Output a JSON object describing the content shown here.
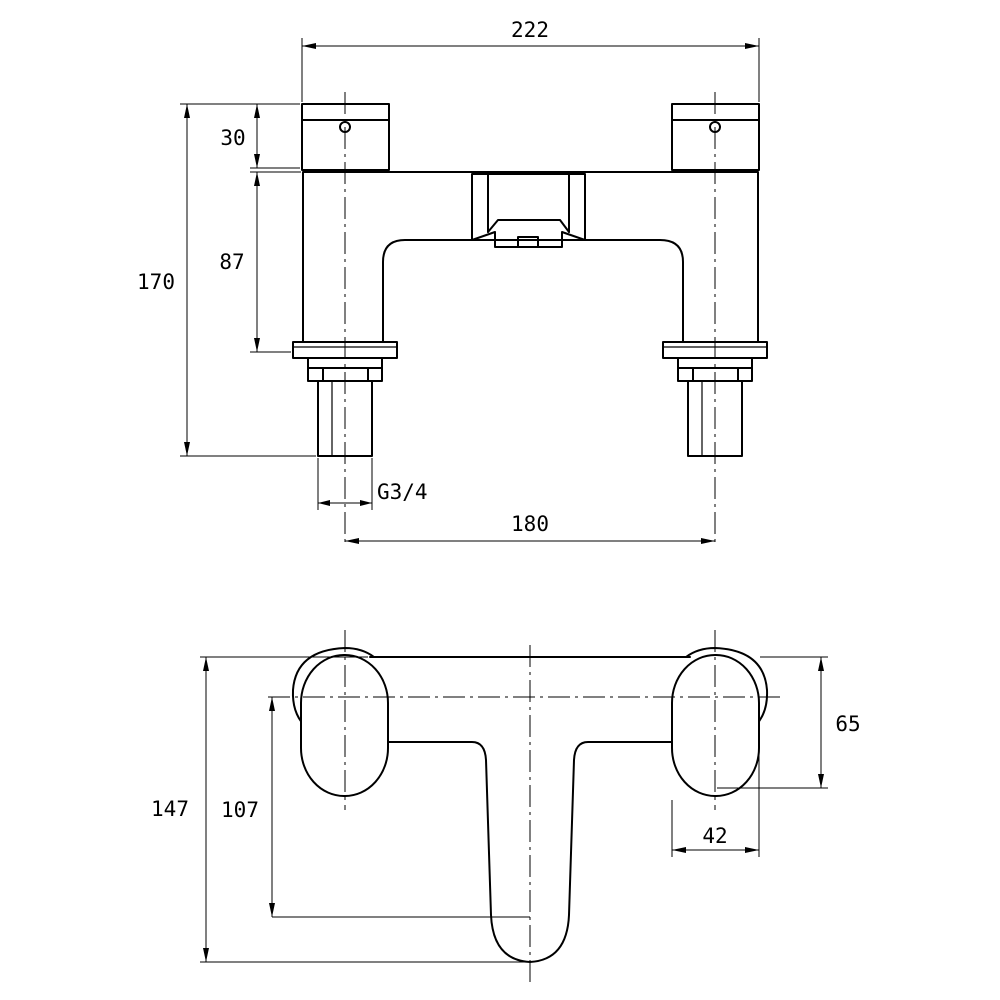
{
  "front_view": {
    "overall_width": "222",
    "handle_height": "30",
    "body_height": "87",
    "overall_height": "170",
    "thread_size": "G3/4",
    "centres": "180"
  },
  "top_view": {
    "overall_depth": "147",
    "spout_reach": "107",
    "handle_depth": "65",
    "handle_width": "42"
  }
}
